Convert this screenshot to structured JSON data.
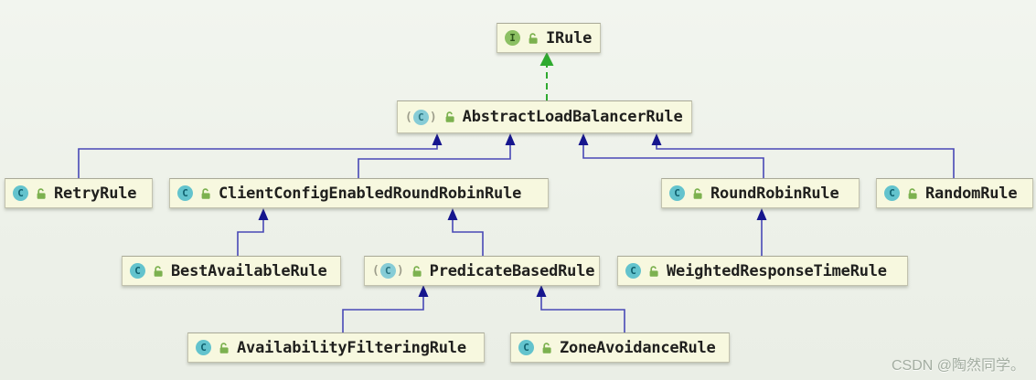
{
  "diagram": {
    "type": "uml-class-hierarchy",
    "nodes": [
      {
        "id": "irule",
        "label": "IRule",
        "kind": "interface",
        "icon_letter": "I"
      },
      {
        "id": "abstract-load-balancer-rule",
        "label": "AbstractLoadBalancerRule",
        "kind": "abstract-class",
        "icon_letter": "C"
      },
      {
        "id": "retry-rule",
        "label": "RetryRule",
        "kind": "class",
        "icon_letter": "C"
      },
      {
        "id": "client-config-enabled-round-robin-rule",
        "label": "ClientConfigEnabledRoundRobinRule",
        "kind": "class",
        "icon_letter": "C"
      },
      {
        "id": "round-robin-rule",
        "label": "RoundRobinRule",
        "kind": "class",
        "icon_letter": "C"
      },
      {
        "id": "random-rule",
        "label": "RandomRule",
        "kind": "class",
        "icon_letter": "C"
      },
      {
        "id": "best-available-rule",
        "label": "BestAvailableRule",
        "kind": "class",
        "icon_letter": "C"
      },
      {
        "id": "predicate-based-rule",
        "label": "PredicateBasedRule",
        "kind": "abstract-class",
        "icon_letter": "C"
      },
      {
        "id": "weighted-response-time-rule",
        "label": "WeightedResponseTimeRule",
        "kind": "class",
        "icon_letter": "C"
      },
      {
        "id": "availability-filtering-rule",
        "label": "AvailabilityFilteringRule",
        "kind": "class",
        "icon_letter": "C"
      },
      {
        "id": "zone-avoidance-rule",
        "label": "ZoneAvoidanceRule",
        "kind": "class",
        "icon_letter": "C"
      }
    ],
    "edges": [
      {
        "from": "AbstractLoadBalancerRule",
        "to": "IRule",
        "relation": "implements",
        "style": "green-dashed"
      },
      {
        "from": "RetryRule",
        "to": "AbstractLoadBalancerRule",
        "relation": "extends",
        "style": "blue-solid"
      },
      {
        "from": "ClientConfigEnabledRoundRobinRule",
        "to": "AbstractLoadBalancerRule",
        "relation": "extends",
        "style": "blue-solid"
      },
      {
        "from": "RoundRobinRule",
        "to": "AbstractLoadBalancerRule",
        "relation": "extends",
        "style": "blue-solid"
      },
      {
        "from": "RandomRule",
        "to": "AbstractLoadBalancerRule",
        "relation": "extends",
        "style": "blue-solid"
      },
      {
        "from": "BestAvailableRule",
        "to": "ClientConfigEnabledRoundRobinRule",
        "relation": "extends",
        "style": "blue-solid"
      },
      {
        "from": "PredicateBasedRule",
        "to": "ClientConfigEnabledRoundRobinRule",
        "relation": "extends",
        "style": "blue-solid"
      },
      {
        "from": "WeightedResponseTimeRule",
        "to": "RoundRobinRule",
        "relation": "extends",
        "style": "blue-solid"
      },
      {
        "from": "AvailabilityFilteringRule",
        "to": "PredicateBasedRule",
        "relation": "extends",
        "style": "blue-solid"
      },
      {
        "from": "ZoneAvoidanceRule",
        "to": "PredicateBasedRule",
        "relation": "extends",
        "style": "blue-solid"
      }
    ],
    "colors": {
      "background": "#edf1e9",
      "node_fill": "#f7f8df",
      "node_border": "#c2c2ae",
      "extends_line": "#4848b6",
      "extends_arrow": "#16168e",
      "implements_green": "#2faa2f",
      "class_icon_teal": "#63c3cd",
      "interface_icon_green": "#8cc063",
      "lock_icon_green": "#7cb14f"
    }
  },
  "watermark": {
    "text": "CSDN @陶然同学。"
  }
}
